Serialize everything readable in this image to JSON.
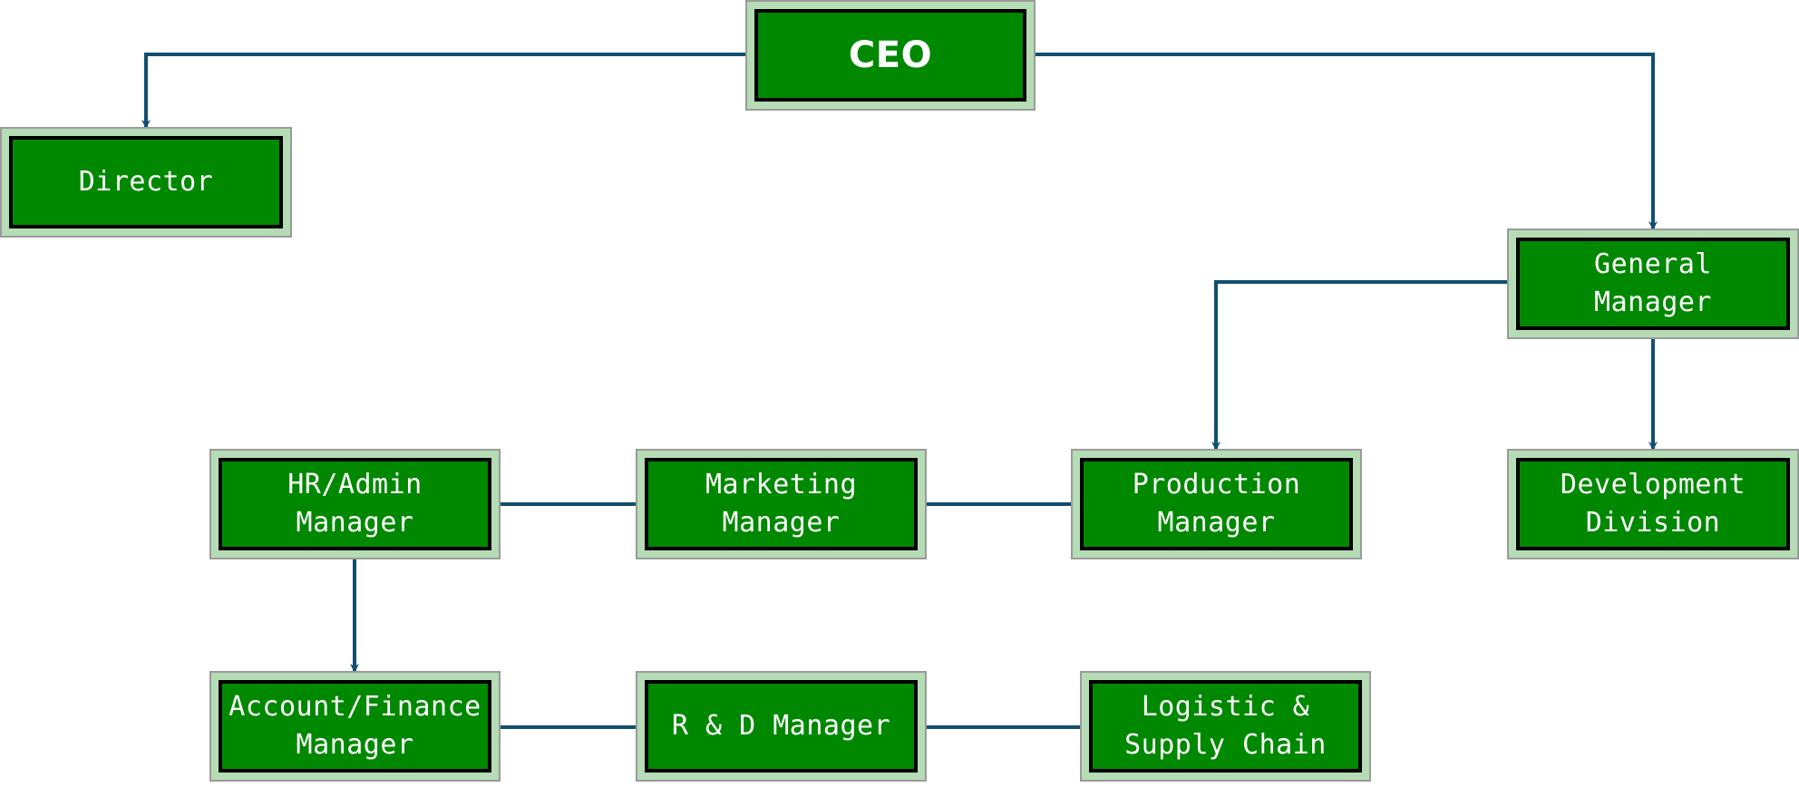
{
  "diagram": {
    "type": "org-chart",
    "colors": {
      "box_fill": "#008800",
      "box_border": "#000000",
      "frame_fill": "#b5dcb5",
      "frame_border": "#9a9a9a",
      "text": "#ffffff",
      "connector": "#114f70"
    },
    "nodes": [
      {
        "id": "ceo",
        "label": "CEO"
      },
      {
        "id": "director",
        "label": "Director"
      },
      {
        "id": "general-manager",
        "label": "General\nManager"
      },
      {
        "id": "hr-admin-manager",
        "label": "HR/Admin\nManager"
      },
      {
        "id": "marketing-manager",
        "label": "Marketing\nManager"
      },
      {
        "id": "production-manager",
        "label": "Production\nManager"
      },
      {
        "id": "development-division",
        "label": "Development\nDivision"
      },
      {
        "id": "account-finance-manager",
        "label": "Account/Finance\nManager"
      },
      {
        "id": "rd-manager",
        "label": "R & D Manager"
      },
      {
        "id": "logistic-supply-chain",
        "label": "Logistic &\nSupply Chain"
      }
    ],
    "edges": [
      {
        "from": "ceo",
        "to": "director"
      },
      {
        "from": "ceo",
        "to": "general-manager"
      },
      {
        "from": "general-manager",
        "to": "production-manager"
      },
      {
        "from": "general-manager",
        "to": "development-division"
      },
      {
        "from": "production-manager",
        "to": "marketing-manager"
      },
      {
        "from": "marketing-manager",
        "to": "hr-admin-manager"
      },
      {
        "from": "hr-admin-manager",
        "to": "account-finance-manager"
      },
      {
        "from": "account-finance-manager",
        "to": "rd-manager"
      },
      {
        "from": "rd-manager",
        "to": "logistic-supply-chain"
      }
    ]
  }
}
